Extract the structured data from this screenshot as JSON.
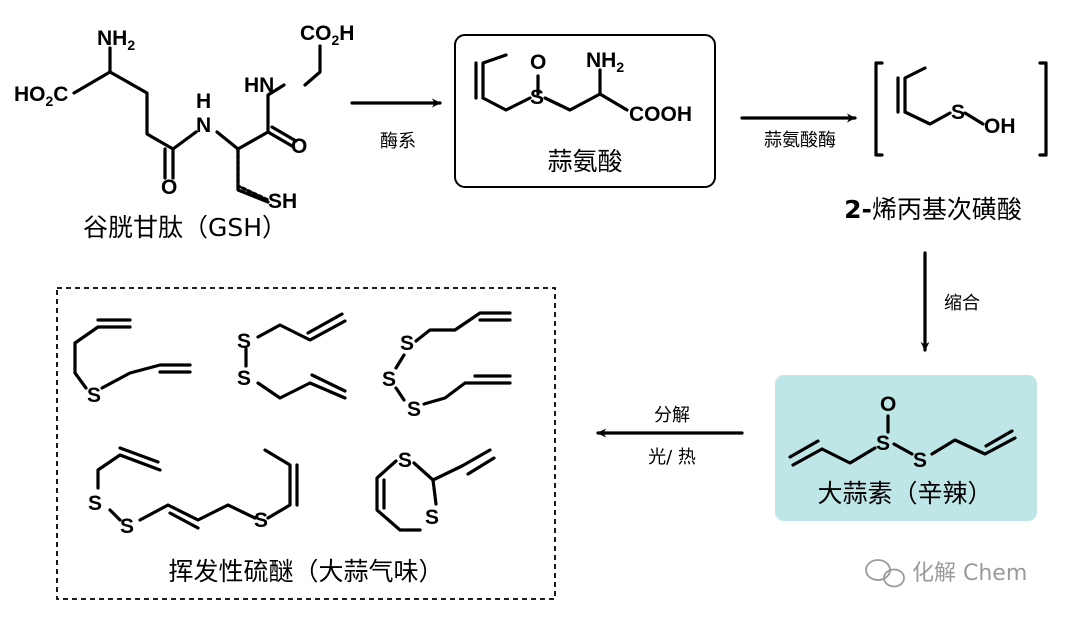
{
  "molecules": {
    "gsh": {
      "caption": "谷胱甘肽（GSH）",
      "atoms": {
        "nh2": "NH",
        "nh2_sub": "2",
        "ho2c": "HO",
        "ho2c_sub": "2",
        "ho2c_tail": "C",
        "nh_top": "H",
        "nh_bot": "N",
        "hn": "HN",
        "co2h": "CO",
        "co2h_sub": "2",
        "co2h_tail": "H",
        "o_left": "O",
        "o_right": "O",
        "sh": "SH"
      }
    },
    "alliin": {
      "caption": "蒜氨酸",
      "atoms": {
        "o": "O",
        "s": "S",
        "nh2": "NH",
        "nh2_sub": "2",
        "cooh": "COOH"
      }
    },
    "sulfenic_acid": {
      "caption_prefix": "2-",
      "caption": "烯丙基次磺酸",
      "atoms": {
        "s": "S",
        "oh": "OH"
      }
    },
    "allicin": {
      "caption": "大蒜素（辛辣）",
      "atoms": {
        "o": "O",
        "s1": "S",
        "s2": "S"
      },
      "box_color": "#bfe6e6"
    },
    "volatiles": {
      "caption": "挥发性硫醚（大蒜气味）",
      "atoms": {
        "m1_s": "S",
        "m2_s1": "S",
        "m2_s2": "S",
        "m3_s1": "S",
        "m3_s2": "S",
        "m3_s3": "S",
        "m4_s1": "S",
        "m4_s2": "S",
        "m4_s3": "S",
        "m5_s1": "S",
        "m5_s2": "S"
      }
    }
  },
  "arrows": {
    "a1": {
      "label": "酶系"
    },
    "a2": {
      "label": "蒜氨酸酶"
    },
    "a3": {
      "label": "缩合"
    },
    "a4": {
      "label_top": "分解",
      "label_bottom": "光/ 热"
    }
  },
  "watermark": {
    "icon": "wechat-icon",
    "text": "化解 Chem"
  }
}
